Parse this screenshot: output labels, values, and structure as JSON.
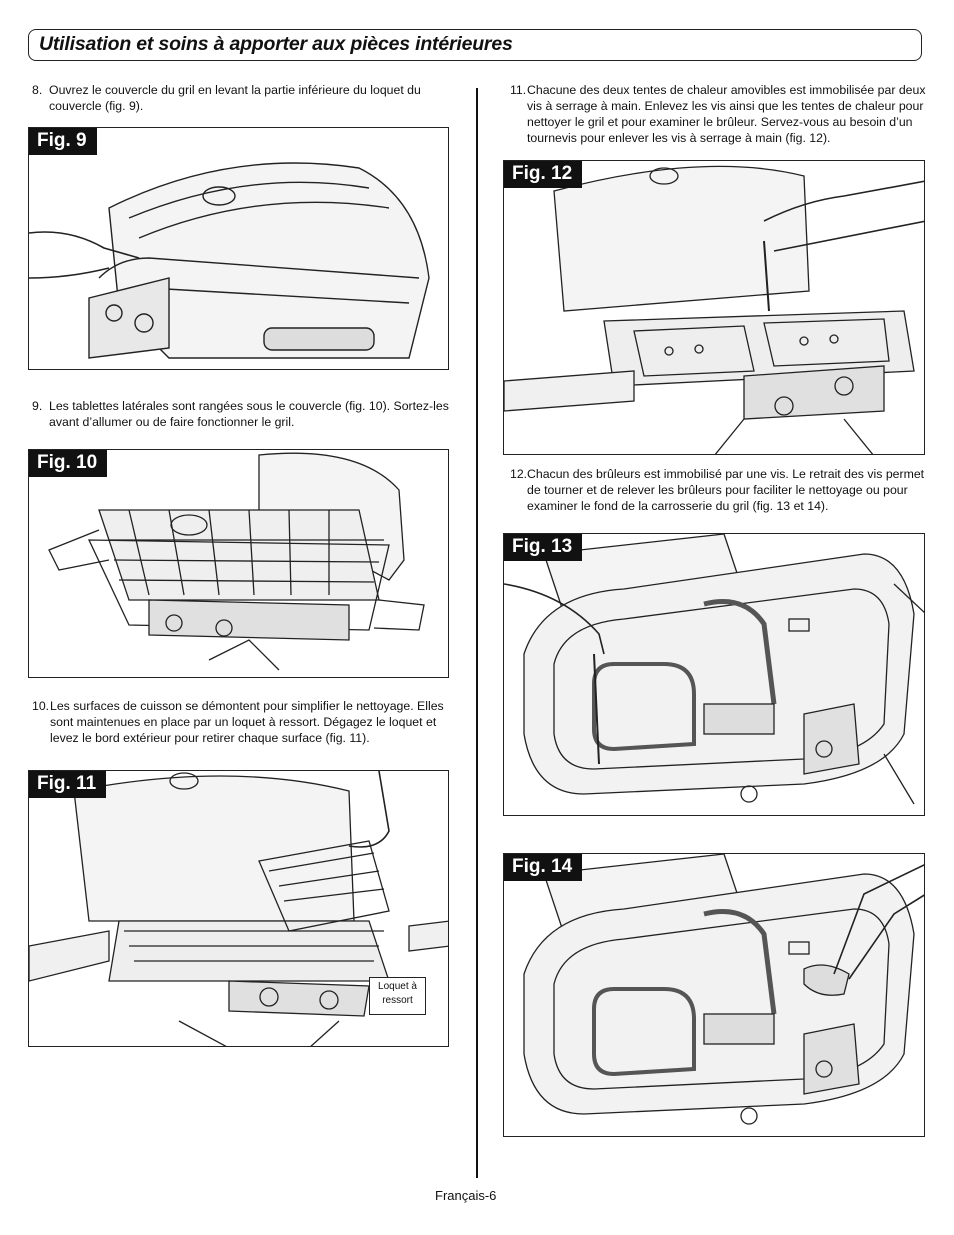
{
  "page": {
    "title": "Utilisation et soins à apporter aux pièces intérieures",
    "footer": "Français-6"
  },
  "steps": [
    {
      "num": "8.",
      "text": "Ouvrez le couvercle du gril en levant la partie inférieure du loquet du couvercle (fig. 9)."
    },
    {
      "num": "9.",
      "text": "Les tablettes latérales sont rangées sous le couvercle (fig. 10). Sortez-les avant d’allumer ou de faire fonctionner le gril."
    },
    {
      "num": "10.",
      "text": "Les surfaces de cuisson se démontent pour simplifier le nettoyage. Elles sont maintenues en place par un loquet à ressort.  Dégagez le loquet et levez le bord extérieur pour retirer chaque surface (fig. 11)."
    },
    {
      "num": "11.",
      "text": "Chacune des deux tentes de chaleur amovibles est immobilisée par deux vis à serrage à main. Enlevez les vis ainsi que les tentes de chaleur pour nettoyer le gril et pour examiner le brûleur. Servez-vous au besoin d’un tournevis pour enlever les vis à serrage à main (fig. 12)."
    },
    {
      "num": "12.",
      "text": "Chacun des brûleurs est immobilisé par une vis. Le retrait des vis permet de tourner et de relever les brûleurs pour faciliter le nettoyage ou pour examiner le fond de la carrosserie du gril (fig. 13 et 14)."
    }
  ],
  "figures": [
    {
      "label": "Fig. 9"
    },
    {
      "label": "Fig. 10"
    },
    {
      "label": "Fig. 11",
      "callout": "Loquet à ressort"
    },
    {
      "label": "Fig. 12"
    },
    {
      "label": "Fig. 13"
    },
    {
      "label": "Fig. 14"
    }
  ]
}
